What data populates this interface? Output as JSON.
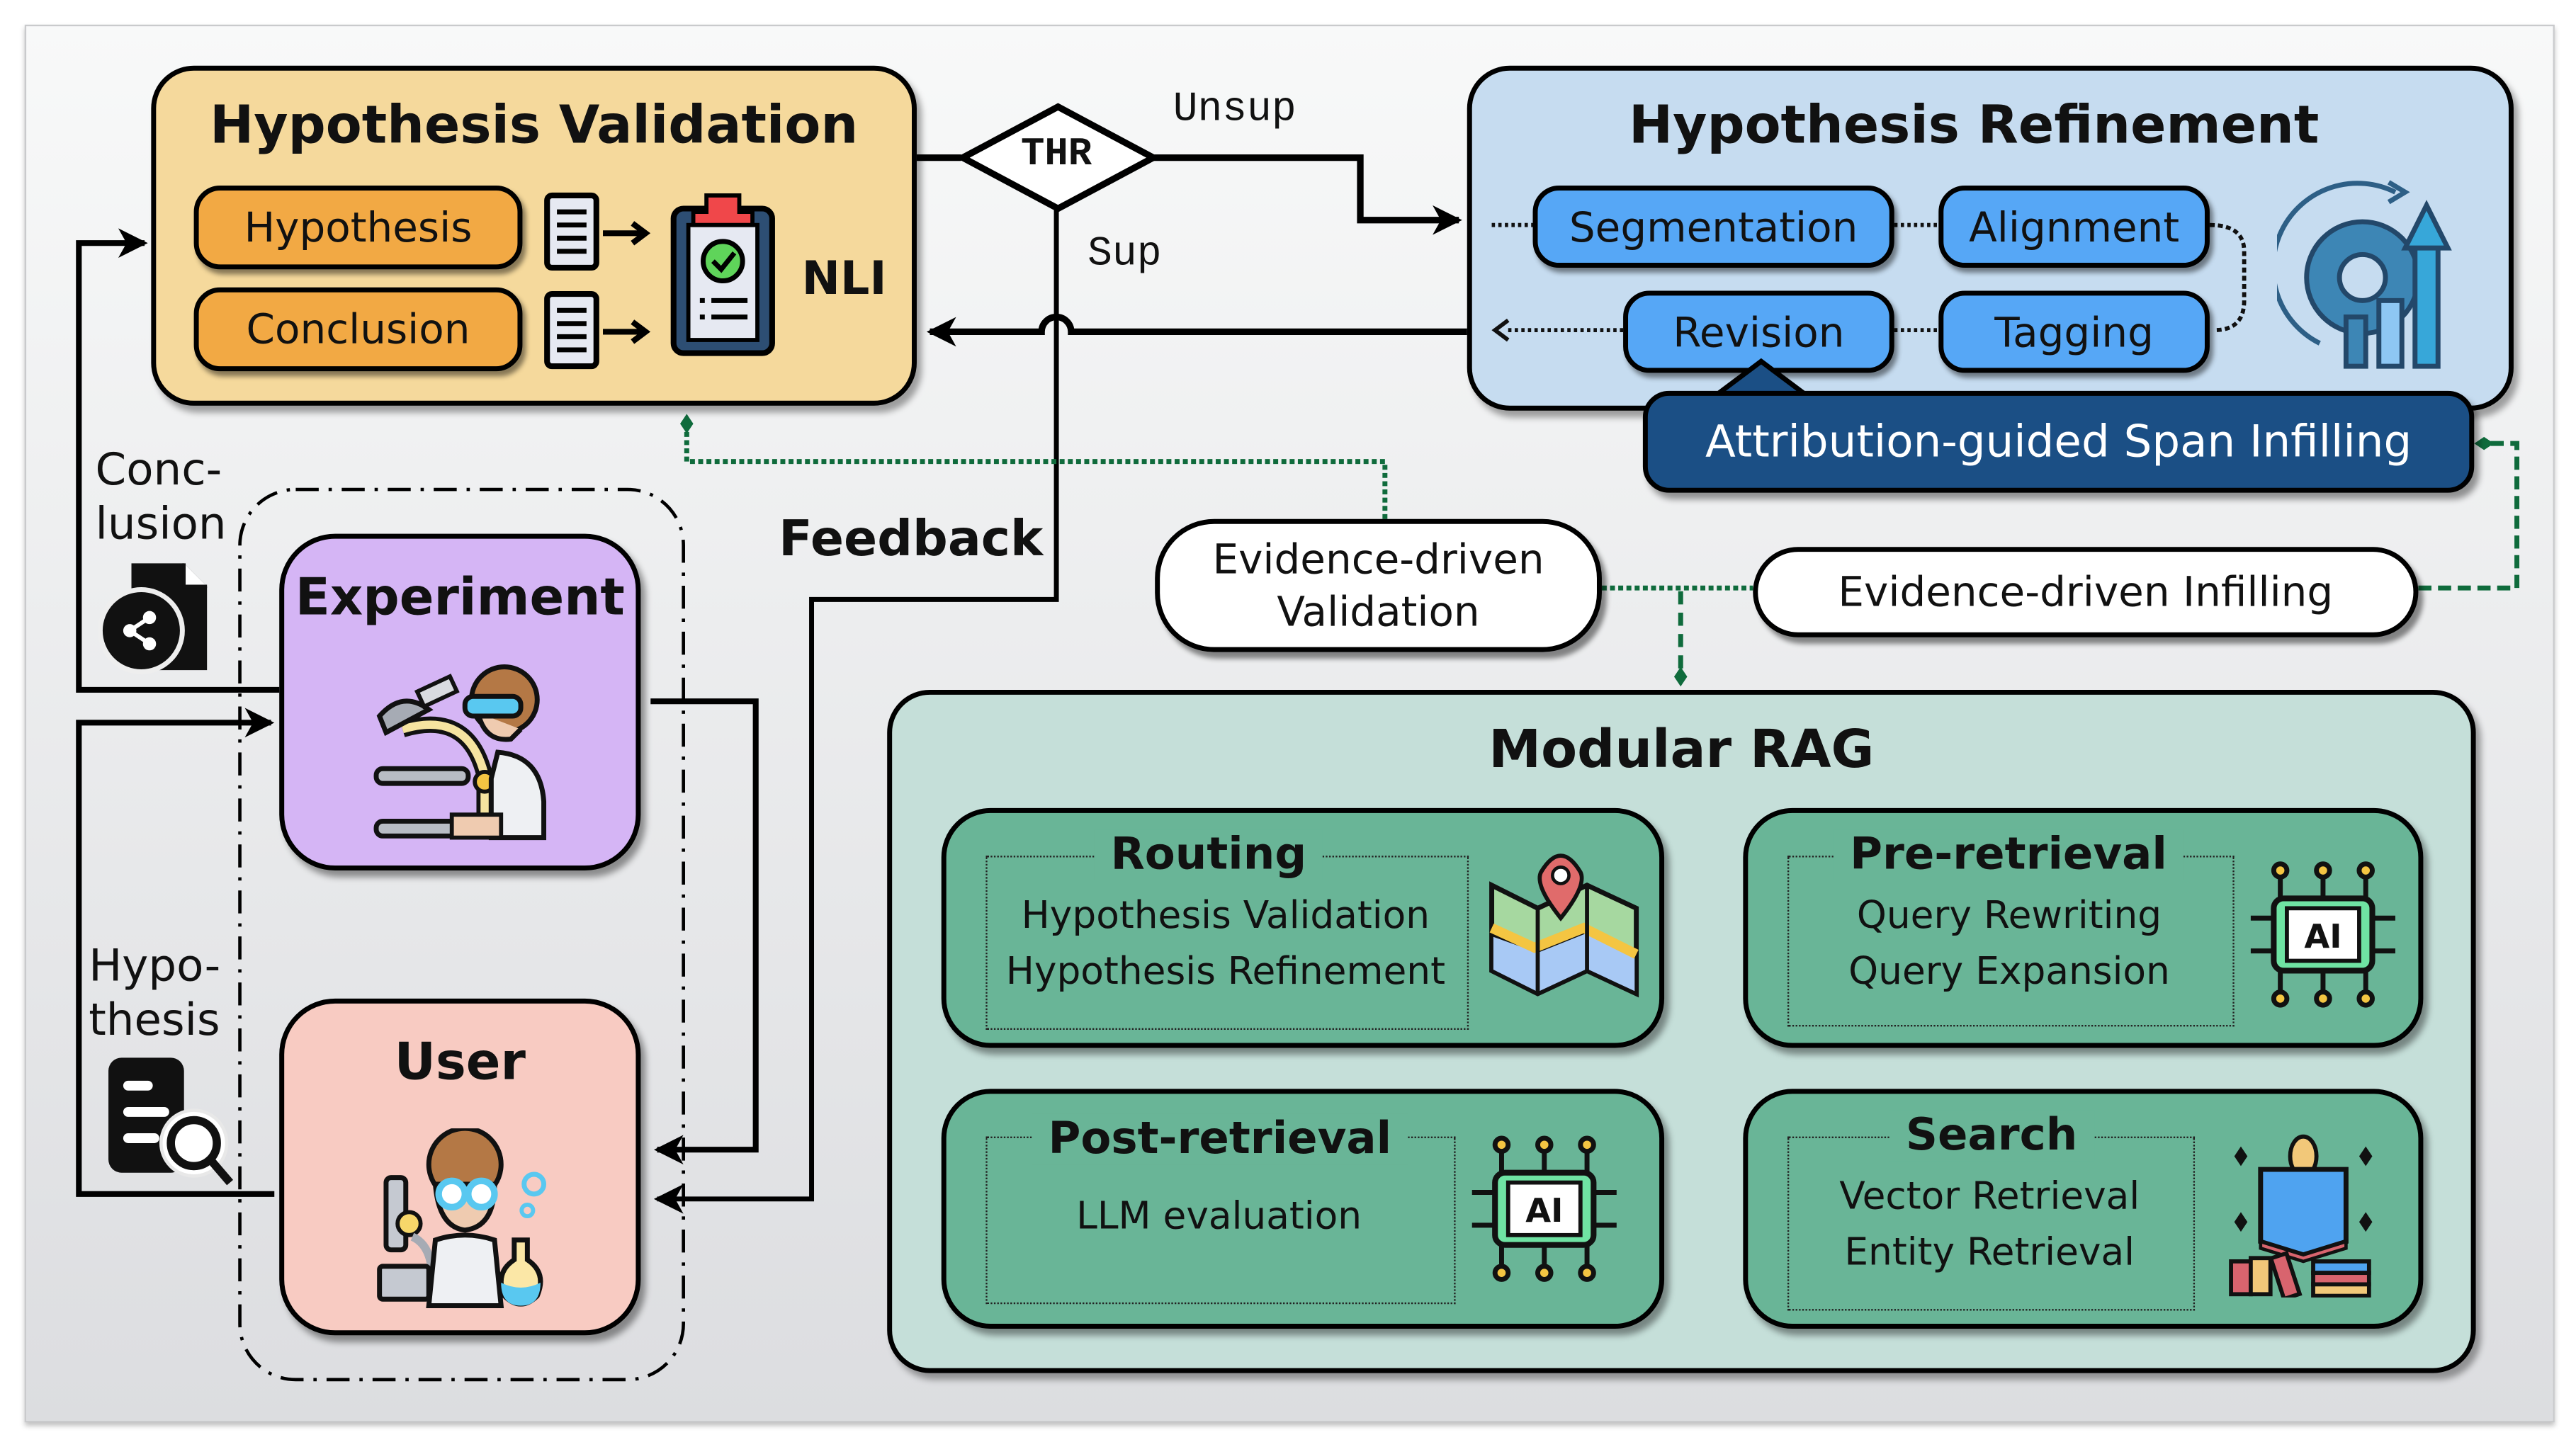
{
  "validation": {
    "title": "Hypothesis Validation",
    "inputs": [
      "Hypothesis",
      "Conclusion"
    ],
    "nli_label": "NLI"
  },
  "threshold": {
    "label": "THR",
    "unsup_label": "Unsup",
    "sup_label": "Sup"
  },
  "refinement": {
    "title": "Hypothesis Refinement",
    "steps": [
      "Segmentation",
      "Alignment",
      "Revision",
      "Tagging"
    ],
    "banner": "Attribution-guided Span Infilling"
  },
  "feedback_label": "Feedback",
  "evidence": {
    "validation_line1": "Evidence-driven",
    "validation_line2": "Validation",
    "infilling": "Evidence-driven Infilling"
  },
  "side_labels": {
    "conclusion_line1": "Conc-",
    "conclusion_line2": "lusion",
    "hypothesis_line1": "Hypo-",
    "hypothesis_line2": "thesis"
  },
  "actors": {
    "experiment": "Experiment",
    "user": "User"
  },
  "rag": {
    "title": "Modular RAG",
    "modules": [
      {
        "title": "Routing",
        "lines": [
          "Hypothesis Validation",
          "Hypothesis Refinement"
        ],
        "icon": "map-pin-icon"
      },
      {
        "title": "Pre-retrieval",
        "lines": [
          "Query Rewriting",
          "Query Expansion"
        ],
        "icon": "ai-chip-icon"
      },
      {
        "title": "Post-retrieval",
        "lines": [
          "LLM evaluation"
        ],
        "icon": "ai-chip-icon"
      },
      {
        "title": "Search",
        "lines": [
          "Vector Retrieval",
          "Entity Retrieval"
        ],
        "icon": "book-idea-icon"
      }
    ],
    "chip_label": "AI"
  },
  "colors": {
    "validation_bg": "#f5d99c",
    "input_pill": "#f2a944",
    "refinement_bg": "#c6dcf0",
    "step_pill": "#56a7f6",
    "banner": "#1b4f85",
    "rag_bg": "#c5dfd9",
    "module_bg": "#69b597",
    "experiment_bg": "#d5b5f5",
    "user_bg": "#f8cbc2",
    "evidence_link": "#0f6b3c"
  }
}
